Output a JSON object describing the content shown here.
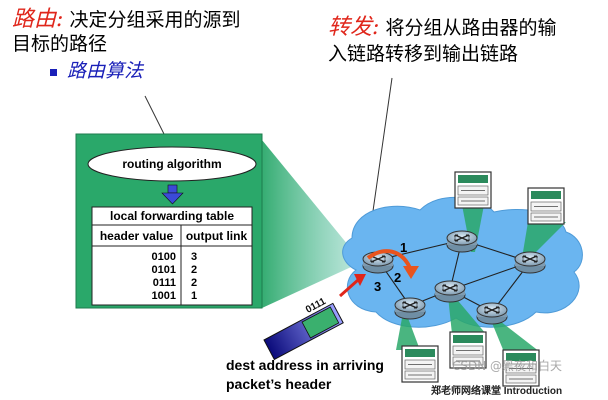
{
  "routing": {
    "term": "路由:",
    "desc_line1": "决定分组采用的源到",
    "desc_line2": "目标的路径",
    "bullet": "路由算法"
  },
  "forwarding": {
    "term": "转发:",
    "desc_line1": "将分组从路由器的输",
    "desc_line2": "入链路转移到输出链路"
  },
  "router_box": {
    "algorithm_label": "routing algorithm",
    "table_title": "local forwarding table",
    "col_header": "header value",
    "col_output": "output link",
    "rows": [
      {
        "header": "0100",
        "link": "3"
      },
      {
        "header": "0101",
        "link": "2"
      },
      {
        "header": "0111",
        "link": "2"
      },
      {
        "header": "1001",
        "link": "1"
      }
    ]
  },
  "network": {
    "link_labels": [
      "1",
      "2",
      "3"
    ]
  },
  "packet": {
    "bits": "0111",
    "caption_line1": "dest address in arriving",
    "caption_line2": "packet’s header"
  },
  "footer": {
    "watermark": "CSDN @黑夜和白天",
    "credit": "郑老师网络课堂 Introduction"
  },
  "colors": {
    "box_green": "#2aa86a",
    "cloud_blue": "#6ab5f0",
    "term_red": "#e0261b",
    "bullet_blue": "#1a20b8",
    "arrow_orange": "#e8541e"
  }
}
